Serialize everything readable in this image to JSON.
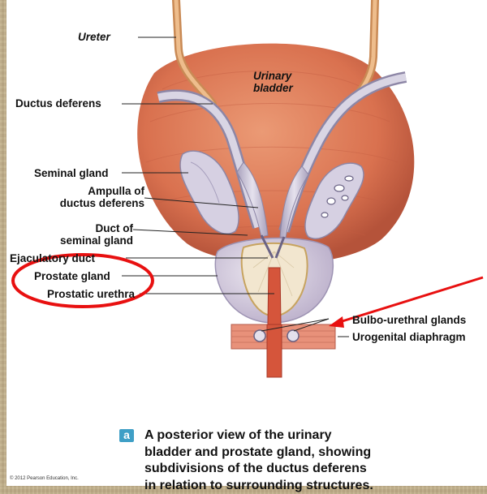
{
  "labels": {
    "ureter": "Ureter",
    "urinary_bladder_line1": "Urinary",
    "urinary_bladder_line2": "bladder",
    "ductus_deferens": "Ductus deferens",
    "seminal_gland": "Seminal gland",
    "ampulla_line1": "Ampulla of",
    "ampulla_line2": "ductus deferens",
    "duct_seminal_line1": "Duct of",
    "duct_seminal_line2": "seminal gland",
    "ejaculatory_duct": "Ejaculatory duct",
    "prostate_gland": "Prostate gland",
    "prostatic_urethra": "Prostatic urethra",
    "bulbo_urethral": "Bulbo-urethral glands",
    "urogenital_diaphragm": "Urogenital diaphragm"
  },
  "caption": {
    "badge": "a",
    "lines": [
      "A posterior view of the urinary",
      "bladder and prostate gland, showing",
      "subdivisions of the ductus deferens",
      "in relation to surrounding structures."
    ]
  },
  "copyright": "© 2012 Pearson Education, Inc.",
  "colors": {
    "bladder": "#d9714f",
    "ducts": "#c9c4d6",
    "prostate": "#cfc6db",
    "urethra": "#d5553b",
    "ureter": "#e7b07a",
    "annotation": "#e81010"
  }
}
